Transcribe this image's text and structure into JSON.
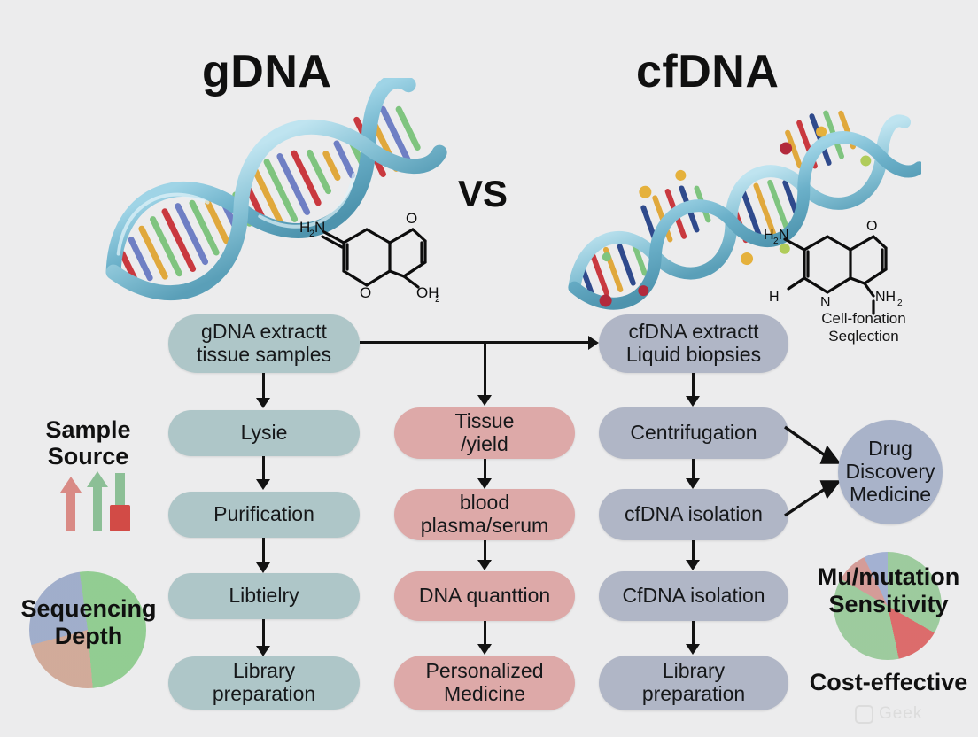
{
  "headings": {
    "left_title": "gDNA",
    "right_title": "cfDNA",
    "vs": "VS"
  },
  "chemistry": {
    "left_molecule": {
      "labels": [
        "H",
        "2",
        "N",
        "O",
        "O",
        "OH",
        "2"
      ],
      "amine": "H₂N",
      "top_oxygen": "O",
      "bottom_oxygen": "O",
      "hydroxyl": "OH₂"
    },
    "right_molecule": {
      "amine": "H₂N",
      "top_oxygen": "O",
      "nitrogen": "N",
      "hydrogen": "H",
      "amine2": "NH₂",
      "caption": "Cell-fonation\nSeqlection"
    }
  },
  "side_labels": {
    "sample_source": "Sample\nSource",
    "sequencing_depth": "Sequencing\nDepth"
  },
  "right_labels": {
    "mutation_sensitivity": "Mu/mutation\nSensitivity",
    "cost_effective": "Cost-effective",
    "drug_discovery": "Drug\nDiscovery\nMedicine"
  },
  "flow": {
    "gdna_column": {
      "color": "#aec6c8",
      "steps": [
        "gDNA extractt\ntissue samples",
        "Lysie",
        "Purification",
        "Libtielry",
        "Library\npreparation"
      ]
    },
    "middle_column": {
      "color": "#dda9a8",
      "steps": [
        "Tissue\n/yield",
        "blood\nplasma/serum",
        "DNA quanttion",
        "Personalized\nMedicine"
      ]
    },
    "cfdna_column": {
      "color": "#b0b6c6",
      "steps": [
        "cfDNA extractt\nLiquid biopsies",
        "Centrifugation",
        "cfDNA isolation",
        "CfDNA isolation",
        "Library\npreparation"
      ]
    }
  },
  "watermark": {
    "text": "Geek"
  },
  "palette": {
    "background": "#ececed",
    "gdna_box": "#aec6c8",
    "middle_box": "#dda9a8",
    "cfdna_box": "#b0b6c6",
    "arrow": "#121212",
    "text_dark": "#101010",
    "helix_blue": "#6fb3cc",
    "arrow_red": "#d2706b",
    "arrow_green": "#8cbf96"
  }
}
